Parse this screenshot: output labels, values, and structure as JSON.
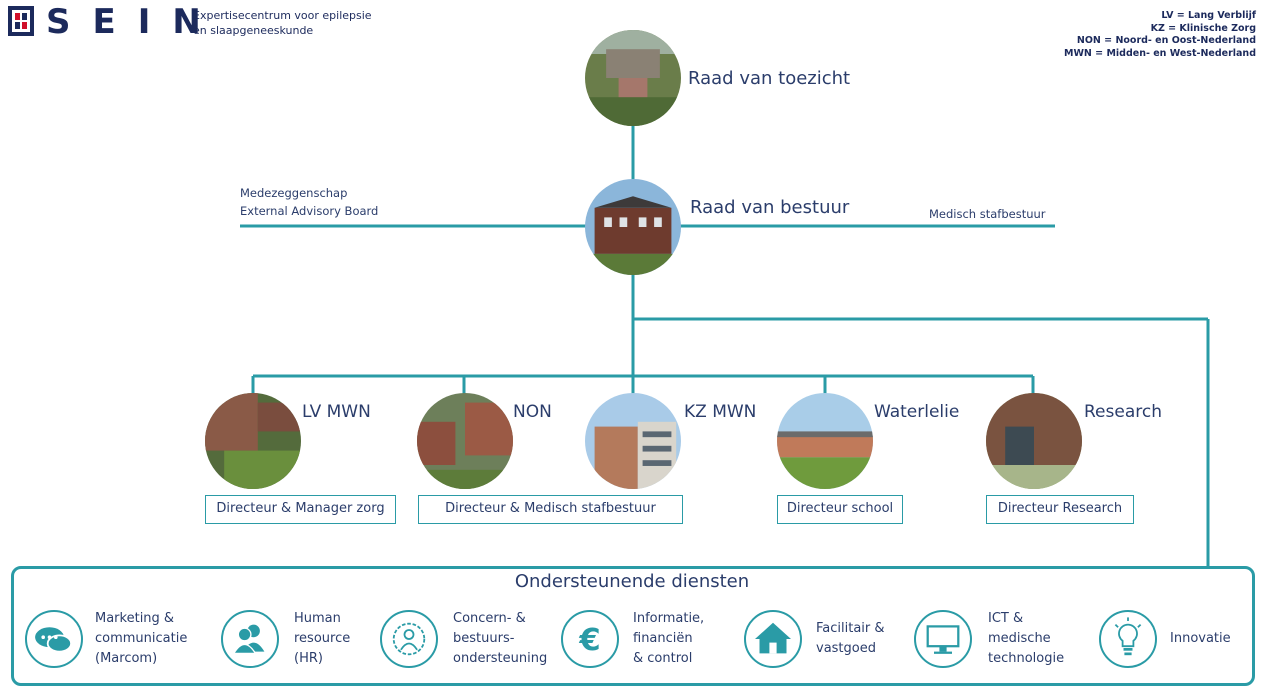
{
  "logo": {
    "wordmark": "SEIN",
    "tagline_line1": "Expertisecentrum voor epilepsie",
    "tagline_line2": "en slaapgeneeskunde"
  },
  "legend": [
    "LV = Lang Verblijf",
    "KZ = Klinische Zorg",
    "NON = Noord- en Oost-Nederland",
    "MWN = Midden- en West-Nederland"
  ],
  "colors": {
    "line": "#2a9ba6",
    "text": "#2b3d6b"
  },
  "top": {
    "supervisory": "Raad van toezicht",
    "board": "Raad van bestuur",
    "left_line1": "Medezeggenschap",
    "left_line2": "External Advisory Board",
    "right": "Medisch stafbestuur"
  },
  "units": [
    {
      "name": "LV MWN",
      "director": "Directeur & Manager zorg"
    },
    {
      "name": "NON",
      "director": "Directeur & Medisch stafbestuur"
    },
    {
      "name": "KZ MWN",
      "director": ""
    },
    {
      "name": "Waterlelie",
      "director": "Directeur school"
    },
    {
      "name": "Research",
      "director": "Directeur Research"
    }
  ],
  "services": {
    "title": "Ondersteunende diensten",
    "items": [
      {
        "icon": "chat-bubbles-icon",
        "lines": [
          "Marketing &",
          "communicatie",
          "(Marcom)"
        ]
      },
      {
        "icon": "people-icon",
        "lines": [
          "Human",
          "resource",
          "(HR)"
        ]
      },
      {
        "icon": "gear-person-icon",
        "lines": [
          "Concern- &",
          "bestuurs-",
          "ondersteuning"
        ]
      },
      {
        "icon": "euro-icon",
        "lines": [
          "Informatie,",
          "financiën",
          "& control"
        ]
      },
      {
        "icon": "house-icon",
        "lines": [
          "Facilitair &",
          "vastgoed"
        ]
      },
      {
        "icon": "monitor-icon",
        "lines": [
          "ICT &",
          "medische",
          "technologie"
        ]
      },
      {
        "icon": "lightbulb-icon",
        "lines": [
          "Innovatie"
        ]
      }
    ]
  }
}
